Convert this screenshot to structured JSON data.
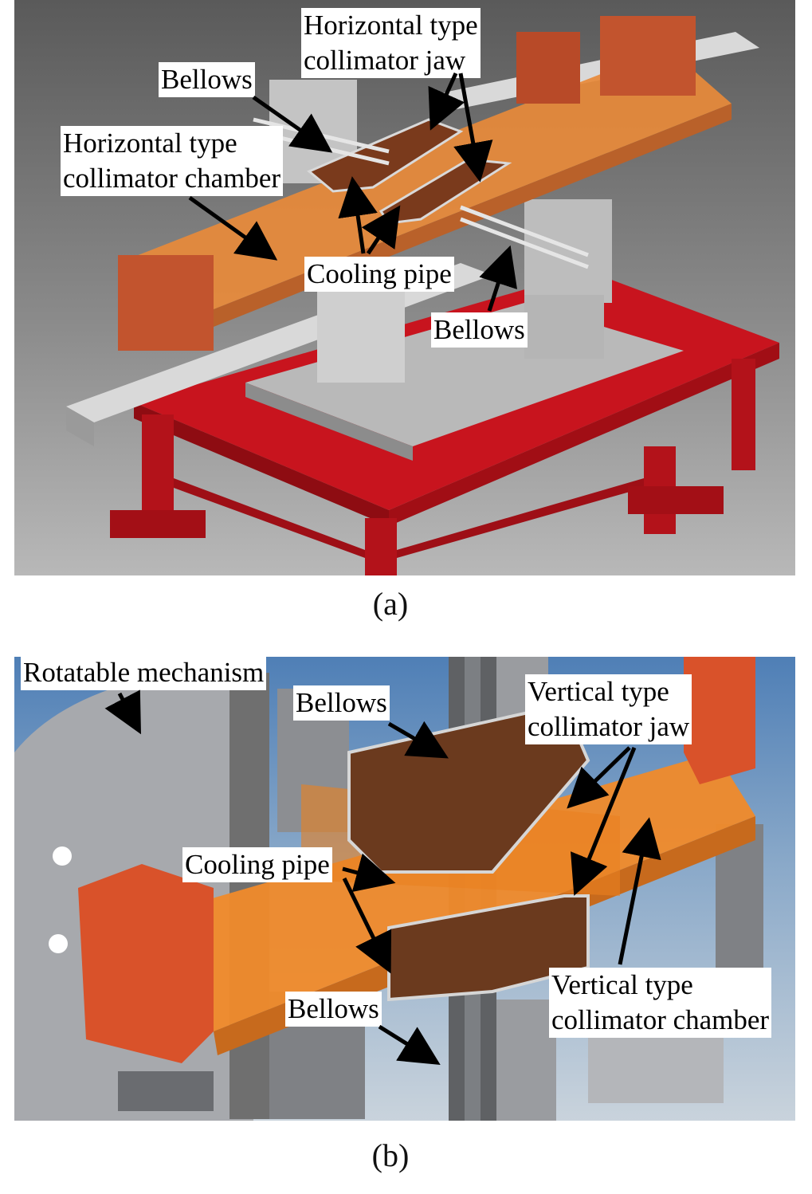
{
  "panel_a": {
    "labels": {
      "horizontal_jaw_line1": "Horizontal type",
      "horizontal_jaw_line2": "collimator jaw",
      "bellows_top": "Bellows",
      "horizontal_chamber_line1": "Horizontal type",
      "horizontal_chamber_line2": "collimator chamber",
      "cooling_pipe": "Cooling pipe",
      "bellows_bottom": "Bellows"
    },
    "caption": "(a)",
    "colors": {
      "frame": "#c8141e",
      "copper": "#e88a3a",
      "jaw": "#7a3a1c",
      "steel": "#c9c9c9"
    }
  },
  "panel_b": {
    "labels": {
      "rotatable_mechanism": "Rotatable mechanism",
      "bellows_top": "Bellows",
      "vertical_jaw_line1": "Vertical type",
      "vertical_jaw_line2": "collimator jaw",
      "cooling_pipe": "Cooling pipe",
      "bellows_bottom": "Bellows",
      "vertical_chamber_line1": "Vertical type",
      "vertical_chamber_line2": "collimator chamber"
    },
    "caption": "(b)",
    "colors": {
      "copper": "#f08a2a",
      "flange": "#d9522a",
      "jaw": "#6b3a1e",
      "steel": "#a7a9ad"
    }
  }
}
